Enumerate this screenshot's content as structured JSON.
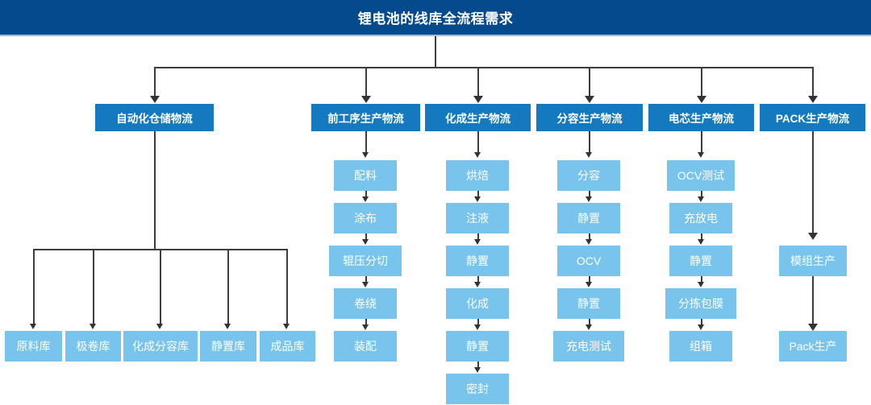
{
  "title": {
    "text": "锂电池的线库全流程需求"
  },
  "colors": {
    "title_bar": "#044a8d",
    "header_box": "#1579bf",
    "process_box": "#78c4ed",
    "connector": "#3d3d3d",
    "text_on_blue": "#ffffff"
  },
  "columns": [
    {
      "header": "自动化仓储物流",
      "items": []
    },
    {
      "header": "前工序生产物流",
      "items": [
        "配料",
        "涂布",
        "辊压分切",
        "卷绕",
        "装配"
      ]
    },
    {
      "header": "化成生产物流",
      "items": [
        "烘焙",
        "注液",
        "静置",
        "化成",
        "静置",
        "密封"
      ]
    },
    {
      "header": "分容生产物流",
      "items": [
        "分容",
        "静置",
        "OCV",
        "静置",
        "充电测试"
      ]
    },
    {
      "header": "电芯生产物流",
      "items": [
        "OCV测试",
        "充放电",
        "静置",
        "分拣包膜",
        "组箱"
      ]
    },
    {
      "header": "PACK生产物流",
      "items": [
        "模组生产",
        "Pack生产"
      ]
    }
  ],
  "warehouses": [
    "原料库",
    "极卷库",
    "化成分容库",
    "静置库",
    "成品库"
  ]
}
